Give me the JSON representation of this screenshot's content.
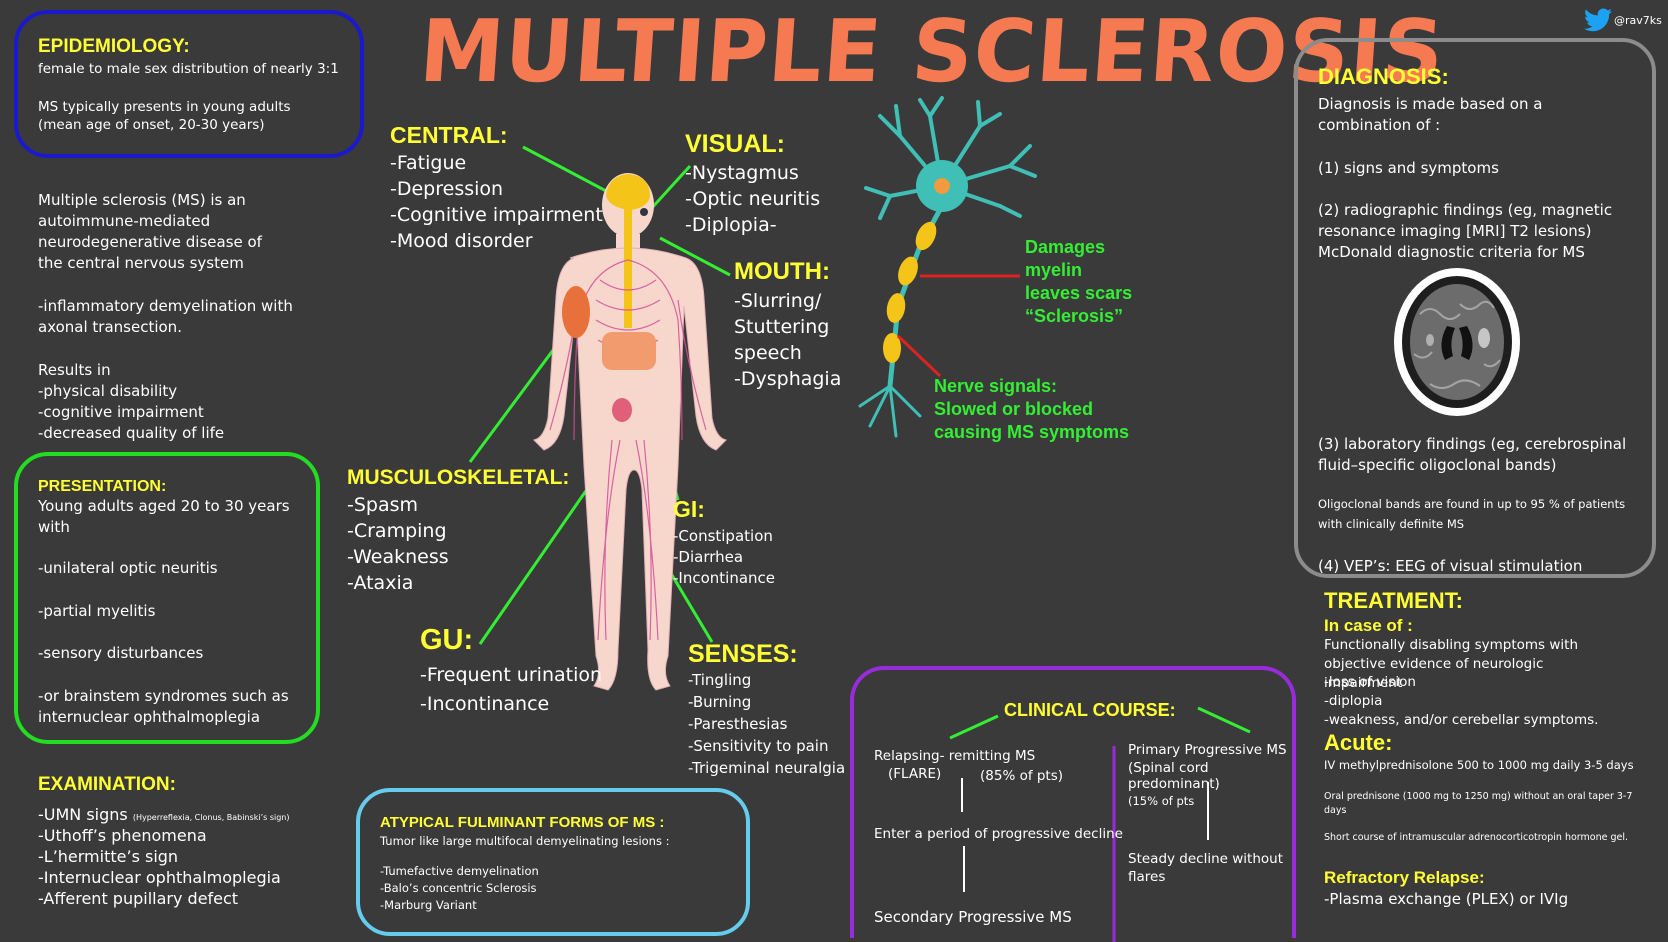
{
  "title": "MULTIPLE SCLEROSIS",
  "twitter": {
    "handle": "@rav7ks",
    "icon": "twitter-bird"
  },
  "colors": {
    "title": "#f57a52",
    "heading": "#ffff33",
    "line": "#33ee33",
    "nerve_line": "#dd2222",
    "epi_border": "#1a1acc",
    "pres_border": "#22dd22",
    "atyp_border": "#66ccee",
    "clin_border": "#9a2bdc",
    "diag_border": "#8c8c8c"
  },
  "epidemiology": {
    "heading": "EPIDEMIOLOGY:",
    "line1": "female to male sex distribution of nearly 3:1",
    "line2": "MS typically presents in young adults (mean age of onset, 20-30 years)"
  },
  "intro": {
    "p1": "Multiple sclerosis (MS) is an autoimmune-mediated neurodegenerative disease of the central nervous system",
    "p2": "-inflammatory demyelination with axonal transection.",
    "results_label": "Results in",
    "results": [
      "-physical disability",
      "-cognitive impairment",
      "-decreased quality of life"
    ]
  },
  "presentation": {
    "heading": "PRESENTATION:",
    "intro": "Young adults aged 20 to 30 years with",
    "items": [
      "-unilateral optic neuritis",
      "-partial myelitis",
      "-sensory disturbances",
      "-or brainstem syndromes such as internuclear ophthalmoplegia"
    ]
  },
  "examination": {
    "heading": "EXAMINATION:",
    "umn": "-UMN signs",
    "umn_note": "(Hyperreflexia, Clonus, Babinski’s sign)",
    "items": [
      "-Uthoff’s phenomena",
      "-L’hermitte’s sign",
      "-Internuclear ophthalmoplegia",
      "-Afferent pupillary defect"
    ]
  },
  "central": {
    "heading": "CENTRAL:",
    "items": [
      "-Fatigue",
      "-Depression",
      "-Cognitive impairment",
      "-Mood disorder"
    ]
  },
  "visual": {
    "heading": "VISUAL:",
    "items": [
      "-Nystagmus",
      "-Optic neuritis",
      "-Diplopia-"
    ]
  },
  "mouth": {
    "heading": "MOUTH:",
    "items": [
      "-Slurring/",
      "Stuttering",
      "speech",
      "-Dysphagia"
    ]
  },
  "musculoskeletal": {
    "heading": "MUSCULOSKELETAL:",
    "items": [
      "-Spasm",
      "-Cramping",
      "-Weakness",
      "-Ataxia"
    ]
  },
  "gi": {
    "heading": "GI:",
    "items": [
      "-Constipation",
      "-Diarrhea",
      "-Incontinance"
    ]
  },
  "gu": {
    "heading": "GU:",
    "items": [
      "-Frequent urination",
      "-Incontinance"
    ]
  },
  "senses": {
    "heading": "SENSES:",
    "items": [
      "-Tingling",
      "-Burning",
      "-Paresthesias",
      "-Sensitivity to pain",
      "-Trigeminal neuralgia"
    ]
  },
  "neuron": {
    "damage": [
      "Damages",
      "myelin",
      "leaves scars",
      "“Sclerosis”"
    ],
    "signals": [
      "Nerve signals:",
      "Slowed or blocked",
      "causing MS symptoms"
    ]
  },
  "atypical": {
    "heading": "ATYPICAL FULMINANT FORMS OF MS :",
    "intro": "Tumor like large multifocal demyelinating lesions :",
    "items": [
      "-Tumefactive demyelination",
      "-Balo’s concentric Sclerosis",
      "-Marburg Variant"
    ]
  },
  "clinical": {
    "heading": "CLINICAL COURSE:",
    "rr_title": "Relapsing- remitting MS",
    "rr_flare": "(FLARE)",
    "rr_pct": "(85% of pts)",
    "rr_next": "Enter a period of progressive decline",
    "rr_final": "Secondary Progressive MS",
    "pp_title": "Primary Progressive MS",
    "pp_sub": "(Spinal cord predominant)",
    "pp_pct": "(15% of pts",
    "pp_final": "Steady decline without flares"
  },
  "diagnosis": {
    "heading": "DIAGNOSIS:",
    "intro": "Diagnosis is made based on a combination of :",
    "item1": "(1) signs and symptoms",
    "item2": "(2) radiographic findings (eg, magnetic resonance imaging [MRI] T2 lesions) McDonald diagnostic criteria for MS",
    "item3": "(3) laboratory findings (eg, cerebrospinal fluid–specific oligoclonal bands)",
    "note": "Oligoclonal bands are found in up to 95 % of patients with clinically definite MS",
    "item4": "(4) VEP’s: EEG of visual stimulation"
  },
  "treatment": {
    "heading": "TREATMENT:",
    "case_label": "In case of :",
    "case_items": [
      "Functionally disabling symptoms with objective evidence of neurologic impairment",
      "-loss of vision",
      "-diplopia",
      "-weakness, and/or cerebellar symptoms."
    ],
    "acute_label": "Acute:",
    "acute_items": [
      "IV methylprednisolone  500 to 1000 mg daily   3-5 days",
      "Oral prednisone (1000 mg to 1250 mg) without an oral taper 3-7 days",
      "Short course of intramuscular adrenocorticotropin hormone gel."
    ],
    "refractory_label": "Refractory Relapse:",
    "refractory_item": "-Plasma exchange (PLEX) or IVIg"
  }
}
